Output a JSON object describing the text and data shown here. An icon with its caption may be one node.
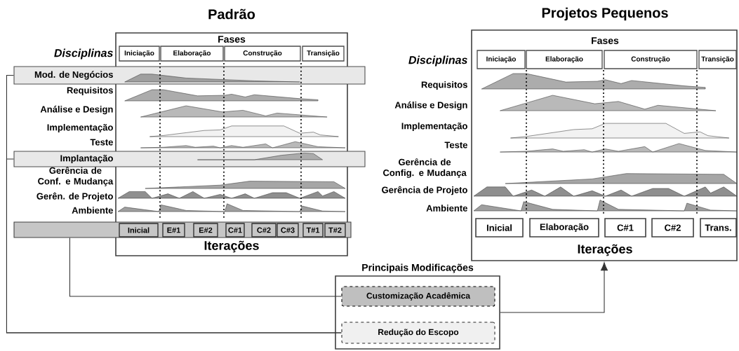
{
  "diagram": {
    "nodes": [
      {
        "text": [
          "Padrão",
          "Fases",
          "Iterações"
        ]
      },
      {
        "text": [
          "Iniciação"
        ],
        "in": 0
      },
      {
        "text": [
          "Elaboração"
        ],
        "in": 0
      },
      {
        "text": [
          "Construção"
        ],
        "in": 0
      },
      {
        "text": [
          "Transição"
        ],
        "in": 0
      },
      {
        "text": [
          "Mod. de Negócios"
        ]
      },
      {
        "text": [
          "Implantação"
        ]
      },
      {
        "text": [],
        "shape": "bar"
      },
      {
        "text": [
          "Inicial"
        ]
      },
      {
        "text": [
          "E#1"
        ]
      },
      {
        "text": [
          "E#2"
        ]
      },
      {
        "text": [
          "C#1"
        ]
      },
      {
        "text": [
          "C#2"
        ]
      },
      {
        "text": [
          "C#3"
        ]
      },
      {
        "text": [
          "T#1"
        ]
      },
      {
        "text": [
          "T#2"
        ]
      },
      {
        "text": [
          "Projetos Pequenos",
          "Fases",
          "Iterações"
        ]
      },
      {
        "text": [
          "Iniciação"
        ],
        "in": 16
      },
      {
        "text": [
          "Elaboração"
        ],
        "in": 16
      },
      {
        "text": [
          "Construção"
        ],
        "in": 16
      },
      {
        "text": [
          "Transição"
        ],
        "in": 16
      },
      {
        "text": [
          "Inicial"
        ],
        "in": 16
      },
      {
        "text": [
          "Elaboração"
        ],
        "in": 16
      },
      {
        "text": [
          "C#1"
        ],
        "in": 16
      },
      {
        "text": [
          "C#2"
        ],
        "in": 16
      },
      {
        "text": [
          "Trans."
        ],
        "in": 16
      },
      {
        "text": [
          "Principais Modificações"
        ]
      },
      {
        "text": [
          "Customização Acadêmica"
        ],
        "in": 26
      },
      {
        "text": [
          "Redução do Escopo"
        ],
        "in": 26
      }
    ],
    "edges": [
      {
        "from": 5,
        "to": 28,
        "arrow": "none"
      },
      {
        "from": 6,
        "to": 28,
        "arrow": "none"
      },
      {
        "from": 7,
        "to": 27,
        "arrow": "none"
      },
      {
        "from": 26,
        "to": 16,
        "arrow": "to"
      }
    ],
    "labels": [
      "Disciplinas",
      "Requisitos",
      "Análise e Design",
      "Implementação",
      "Teste",
      "Gerência de Conf. e Mudança",
      "Gerên. de Projeto",
      "Ambiente",
      "Disciplinas",
      "Requisitos",
      "Análise e Design",
      "Implementação",
      "Teste",
      "Gerência de Config. e Mudança",
      "Gerência de Projeto",
      "Ambiente"
    ]
  }
}
